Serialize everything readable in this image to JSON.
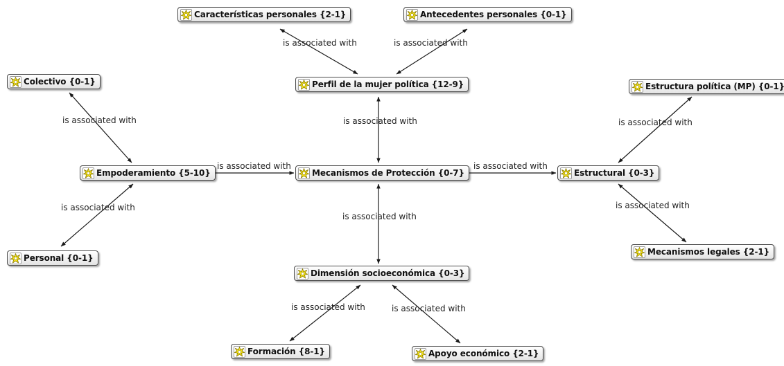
{
  "node_icon": "code-star-icon",
  "colors": {
    "edge": "#1a1a1a",
    "node_border": "#4a4a4a",
    "icon_fill": "#f3e21a",
    "icon_stroke": "#8a7a00"
  },
  "nodes": {
    "caracteristicas": "Características personales {2-1}",
    "antecedentes": "Antecedentes personales {0-1}",
    "colectivo": "Colectivo {0-1}",
    "perfil": "Perfil de la mujer política {12-9}",
    "estructura_politica": "Estructura política (MP) {0-1}",
    "empoderamiento": "Empoderamiento {5-10}",
    "mecanismos_proteccion": "Mecanismos de Protección {0-7}",
    "estructural": "Estructural {0-3}",
    "personal": "Personal {0-1}",
    "mecanismos_legales": "Mecanismos legales {2-1}",
    "dimension": "Dimensión socioeconómica {0-3}",
    "formacion": "Formación {8-1}",
    "apoyo": "Apoyo económico {2-1}"
  },
  "edge_label": "is associated with",
  "edges": [
    {
      "from": "caracteristicas",
      "to": "perfil"
    },
    {
      "from": "antecedentes",
      "to": "perfil"
    },
    {
      "from": "perfil",
      "to": "mecanismos_proteccion"
    },
    {
      "from": "colectivo",
      "to": "empoderamiento"
    },
    {
      "from": "empoderamiento",
      "to": "personal"
    },
    {
      "from": "empoderamiento",
      "to": "mecanismos_proteccion"
    },
    {
      "from": "mecanismos_proteccion",
      "to": "estructural"
    },
    {
      "from": "estructura_politica",
      "to": "estructural"
    },
    {
      "from": "estructural",
      "to": "mecanismos_legales"
    },
    {
      "from": "mecanismos_proteccion",
      "to": "dimension"
    },
    {
      "from": "dimension",
      "to": "formacion"
    },
    {
      "from": "dimension",
      "to": "apoyo"
    }
  ]
}
